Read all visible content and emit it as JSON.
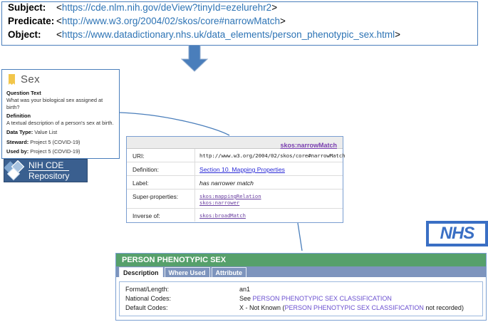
{
  "triple": {
    "rows": [
      {
        "label": "Subject:",
        "open": "<",
        "url": "https://cde.nlm.nih.gov/deView?tinyId=ezelurehr2",
        "close": ">"
      },
      {
        "label": "Predicate:",
        "open": "<",
        "url": "http://www.w3.org/2004/02/skos/core#narrowMatch",
        "close": ">"
      },
      {
        "label": "Object:",
        "open": "<",
        "url": "https://www.datadictionary.nhs.uk/data_elements/person_phenotypic_sex.html",
        "close": ">"
      }
    ]
  },
  "arrow": {
    "name": "down-arrow",
    "color": "#4a7ebb"
  },
  "cde_card": {
    "icon": "award-ribbon-icon",
    "icon_color": "#f2c64b",
    "title": "Sex",
    "question_heading": "Question Text",
    "question_text": "What was your biological sex assigned at birth?",
    "definition_heading": "Definition",
    "definition_text": "A textual description of a person's sex at birth.",
    "data_type_label": "Data Type:",
    "data_type_value": "Value List",
    "steward_label": "Steward:",
    "steward_value": "Project 5 (COVID-19)",
    "used_by_label": "Used by:",
    "used_by_value": "Project 5 (COVID-19)"
  },
  "nih_logo": {
    "line1": "NIH CDE",
    "line2": "Repository",
    "bg": "#3a5f8f"
  },
  "skos_table": {
    "header": "skos:narrowMatch",
    "rows": [
      {
        "key": "URI:",
        "value": "http://www.w3.org/2004/02/skos/core#narrowMatch",
        "style": "mono"
      },
      {
        "key": "Definition:",
        "value": "Section 10. Mapping Properties",
        "style": "link-blue"
      },
      {
        "key": "Label:",
        "value": "has narrower match",
        "style": "italic"
      },
      {
        "key": "Super-properties:",
        "value": "skos:mappingRelation",
        "value2": "skos:narrower",
        "style": "link-purple"
      },
      {
        "key": "Inverse of:",
        "value": "skos:broadMatch",
        "style": "link-purple"
      }
    ]
  },
  "nhs_logo": {
    "text": "NHS",
    "bg": "#3a6fc4"
  },
  "dd_table": {
    "title": "PERSON PHENOTYPIC SEX",
    "tabs": [
      {
        "label": "Description",
        "active": true
      },
      {
        "label": "Where Used",
        "active": false
      },
      {
        "label": "Attribute",
        "active": false
      }
    ],
    "rows": [
      {
        "key": "Format/Length:",
        "pre": "an1",
        "link": "",
        "post": ""
      },
      {
        "key": "National Codes:",
        "pre": "See ",
        "link": "PERSON PHENOTYPIC SEX CLASSIFICATION",
        "post": ""
      },
      {
        "key": "Default Codes:",
        "pre": "X - Not Known (",
        "link": "PERSON PHENOTYPIC SEX CLASSIFICATION",
        "post": " not recorded)"
      }
    ]
  }
}
